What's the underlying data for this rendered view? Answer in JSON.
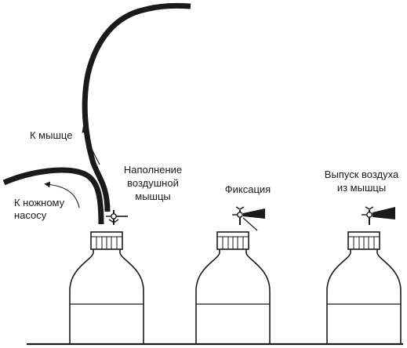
{
  "labels": {
    "to_bulb": "К мышце",
    "to_pump_line1": "К ножному",
    "to_pump_line2": "насосу",
    "fill_line1": "Наполнение",
    "fill_line2": "воздушной",
    "fill_line3": "мышцы",
    "fix": "Фиксация",
    "release_line1": "Выпуск воздуха",
    "release_line2": "из мышцы"
  },
  "colors": {
    "ink": "#1a1a1a",
    "background": "#ffffff"
  }
}
